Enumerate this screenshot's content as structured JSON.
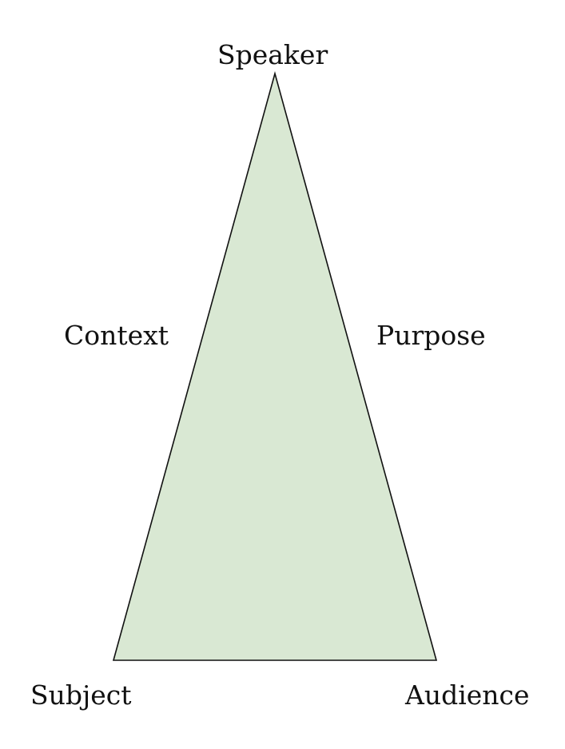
{
  "diagram": {
    "vertices": {
      "top": "Speaker",
      "bottom_left": "Subject",
      "bottom_right": "Audience"
    },
    "sides": {
      "left": "Context",
      "right": "Purpose"
    },
    "colors": {
      "fill": "#d9e8d3",
      "stroke": "#111111",
      "text": "#111111",
      "background": "#ffffff"
    }
  }
}
